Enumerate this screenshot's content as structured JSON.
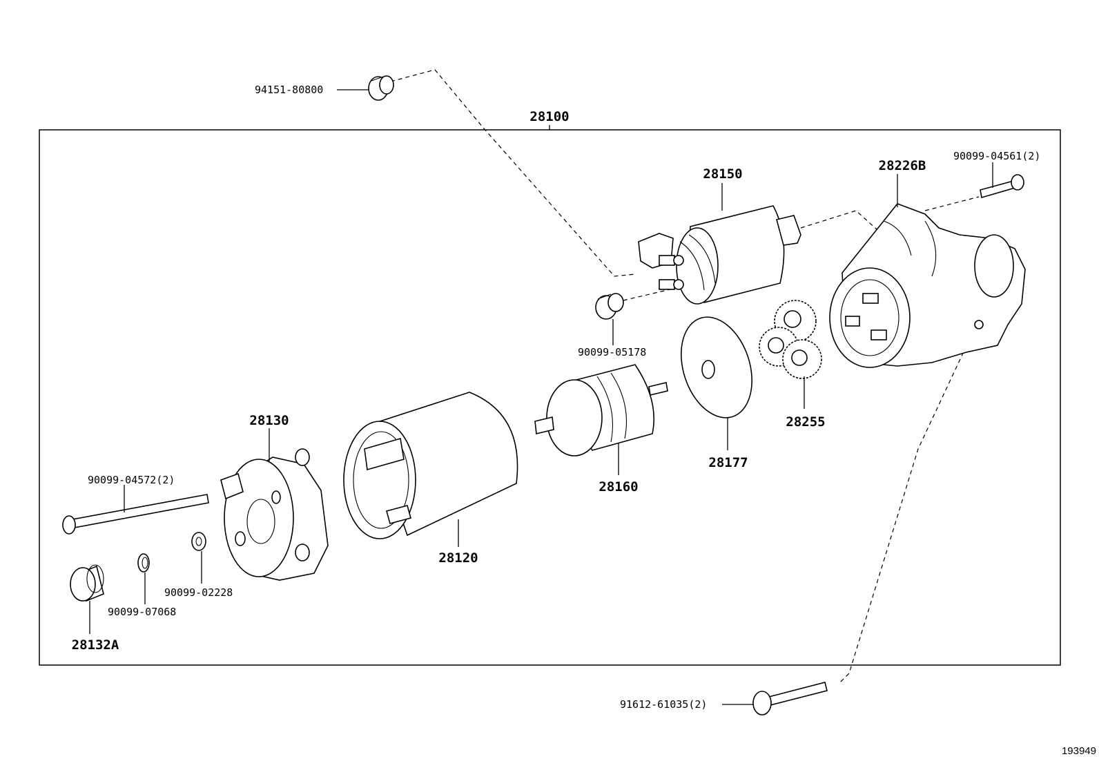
{
  "assembly": {
    "label": "28100"
  },
  "diagram_id": "193949",
  "parts": {
    "p94151": "94151-80800",
    "p28150": "28150",
    "p28226B": "28226B",
    "p90099_04561": "90099-04561(2)",
    "p90099_05178": "90099-05178",
    "p28255": "28255",
    "p28177": "28177",
    "p28160": "28160",
    "p28130": "28130",
    "p28120": "28120",
    "p90099_04572": "90099-04572(2)",
    "p90099_02228": "90099-02228",
    "p90099_07068": "90099-07068",
    "p28132A": "28132A",
    "p91612": "91612-61035(2)"
  }
}
